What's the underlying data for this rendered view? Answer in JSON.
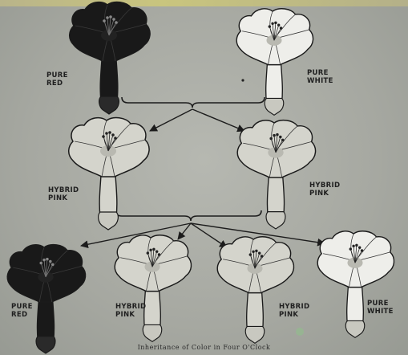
{
  "labels": {
    "p1_left": [
      "PURE",
      "RED"
    ],
    "p1_right": [
      "PURE",
      "WHITE"
    ],
    "f1_left": [
      "HYBRID",
      "PINK"
    ],
    "f1_right": [
      "HYBRID",
      "PINK"
    ],
    "f2_1": [
      "PURE",
      "RED"
    ],
    "f2_2": [
      "HYBRID",
      "PINK"
    ],
    "f2_3": [
      "HYBRID",
      "PINK"
    ],
    "f2_4": [
      "PURE",
      "WHITE"
    ]
  },
  "flower_colors": {
    "red": "#191919",
    "pink": "#d4d4cc",
    "white": "#eeeeea"
  },
  "caption": "Inheritance of Color in Four O'Clock"
}
